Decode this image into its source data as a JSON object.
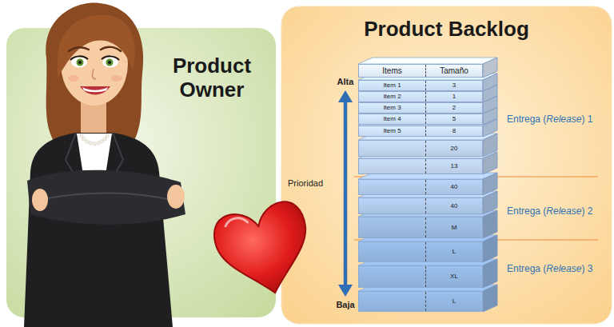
{
  "diagram": {
    "nodes": [
      {
        "text": [
          "Product Owner"
        ]
      },
      {
        "text": [
          "Product Backlog"
        ]
      },
      {
        "text": [
          "Items",
          "Tamaño"
        ],
        "in": 1
      },
      {
        "text": [
          "Item 1",
          "3"
        ],
        "in": 1
      },
      {
        "text": [
          "Item 2",
          "1"
        ],
        "in": 1
      },
      {
        "text": [
          "Item 3",
          "2"
        ],
        "in": 1
      },
      {
        "text": [
          "Item 4",
          "5"
        ],
        "in": 1
      },
      {
        "text": [
          "Item 5",
          "8"
        ],
        "in": 1
      },
      {
        "text": [
          "20"
        ],
        "in": 1
      },
      {
        "text": [
          "13"
        ],
        "in": 1
      },
      {
        "text": [
          "40"
        ],
        "in": 1
      },
      {
        "text": [
          "40"
        ],
        "in": 1
      },
      {
        "text": [
          "M"
        ],
        "in": 1
      },
      {
        "text": [
          "L"
        ],
        "in": 1
      },
      {
        "text": [
          "XL"
        ],
        "in": 1
      },
      {
        "text": [
          "L"
        ],
        "in": 1
      }
    ],
    "labels": [
      "Alta",
      "Prioridad",
      "Baja",
      "Entrega (Release) 1",
      "Entrega (Release) 2",
      "Entrega (Release) 3"
    ]
  }
}
